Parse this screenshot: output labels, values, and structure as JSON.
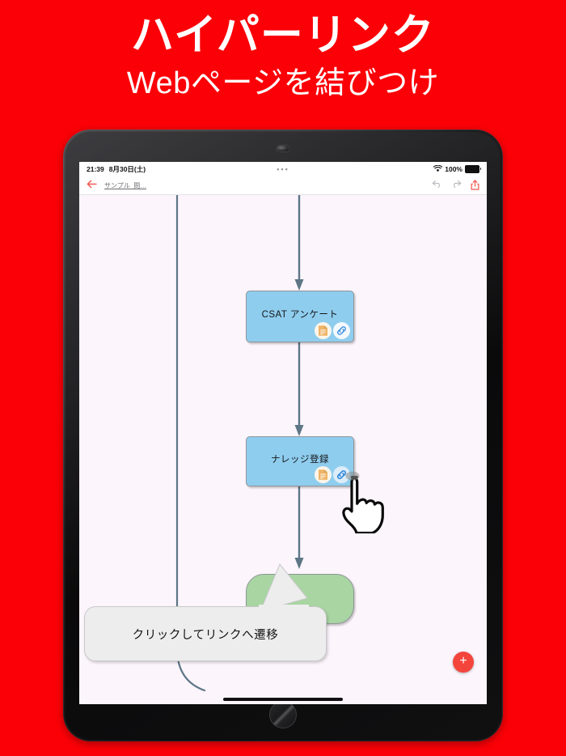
{
  "poster": {
    "background_color": "#FB0007",
    "headline": "ハイパーリンク",
    "subheadline": "Webページを結びつけ"
  },
  "device": {
    "type": "tablet",
    "frame_color": "#1b1b1d",
    "camera_icon": "camera-dot",
    "home_button_icon": "home-button"
  },
  "status_bar": {
    "time": "21:39",
    "date": "8月30日(土)",
    "center_indicator": "•••",
    "wifi_icon": "wifi-icon",
    "battery_percent": "100%",
    "battery_icon": "battery-icon"
  },
  "app_toolbar": {
    "back_icon": "back-arrow-icon",
    "document_title": "サンプル_問…",
    "undo_icon": "undo-icon",
    "redo_icon": "redo-icon",
    "share_icon": "share-icon",
    "accent_color": "#F0544A"
  },
  "canvas": {
    "background_color": "#FCF5FC",
    "connector_color": "#5E7686",
    "node_fill": "#8FCDEE",
    "node_border": "#8f9498",
    "nodes": [
      {
        "id": "csat",
        "label": "CSAT アンケート",
        "badges": [
          "document-icon",
          "link-icon"
        ]
      },
      {
        "id": "knowledge",
        "label": "ナレッジ登録",
        "badges": [
          "document-icon",
          "link-icon"
        ],
        "link_badge_state": "pressed"
      },
      {
        "id": "end",
        "label": "",
        "fill": "#A8D5A2"
      }
    ],
    "fab": {
      "icon": "plus-icon",
      "label": "+",
      "color": "#F4453C"
    }
  },
  "tooltip": {
    "text": "クリックしてリンクへ遷移",
    "background_color": "#EDEDED"
  },
  "cursor": {
    "icon": "hand-pointer-icon",
    "target": "link-icon on ナレッジ登録"
  }
}
